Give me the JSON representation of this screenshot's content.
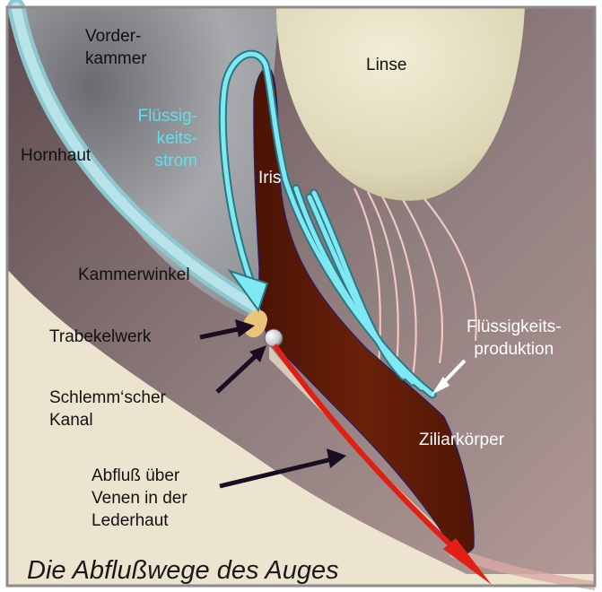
{
  "labels": {
    "vorderkammer": "Vorder-\nkammer",
    "linse": "Linse",
    "fluessigkeitsstrom": "Flüssig-\nkeits-\nstrom",
    "hornhaut": "Hornhaut",
    "iris": "Iris",
    "kammerwinkel": "Kammerwinkel",
    "trabekelwerk": "Trabekelwerk",
    "fluessigkeitsproduktion": "Flüssigkeits-\nproduktion",
    "schlemm": "Schlemm‘scher\nKanal",
    "ziliarkoerper": "Ziliarkörper",
    "abfluss": "Abfluß über\nVenen in der\nLederhaut"
  },
  "caption": "Die Abflußwege des Auges",
  "colors": {
    "background": "#ffffff",
    "cornea": "#a8d8df",
    "iris": "#5e1a07",
    "lens": "#ddd7b6",
    "flow": "#7fe8f2",
    "outflow_arrow": "#e02015",
    "pointer_arrow": "#1a0d22"
  }
}
